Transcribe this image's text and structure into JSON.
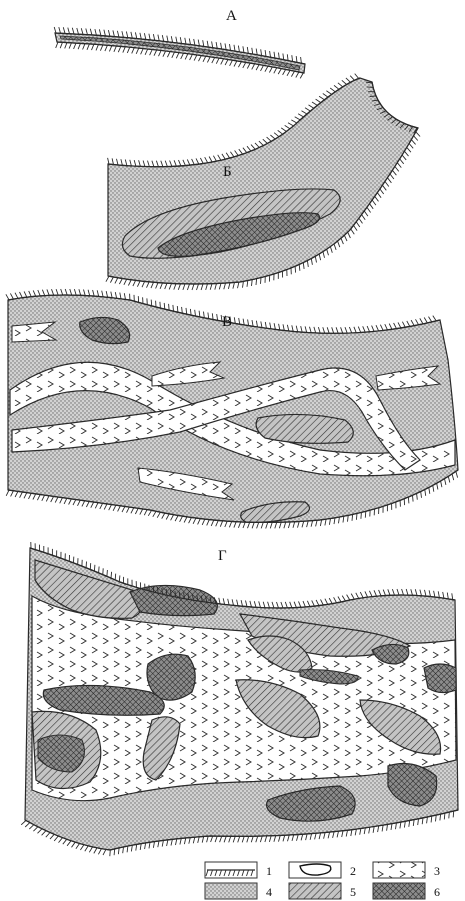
{
  "panels": {
    "a": "А",
    "b": "Б",
    "v": "В",
    "g": "Г"
  },
  "legend": {
    "items": [
      {
        "number": "1",
        "kind": "boundary-ticks"
      },
      {
        "number": "2",
        "kind": "closed-contour"
      },
      {
        "number": "3",
        "kind": "chevron-fill"
      },
      {
        "number": "4",
        "kind": "stipple-fill"
      },
      {
        "number": "5",
        "kind": "diagonal-hatch"
      },
      {
        "number": "6",
        "kind": "cross-hatch"
      }
    ]
  },
  "colors": {
    "ink": "#2a2a2a",
    "stipple_bg": "#d2d2d2",
    "hatch_bg": "#bdbdbd",
    "cross_bg": "#8c8c8c"
  }
}
